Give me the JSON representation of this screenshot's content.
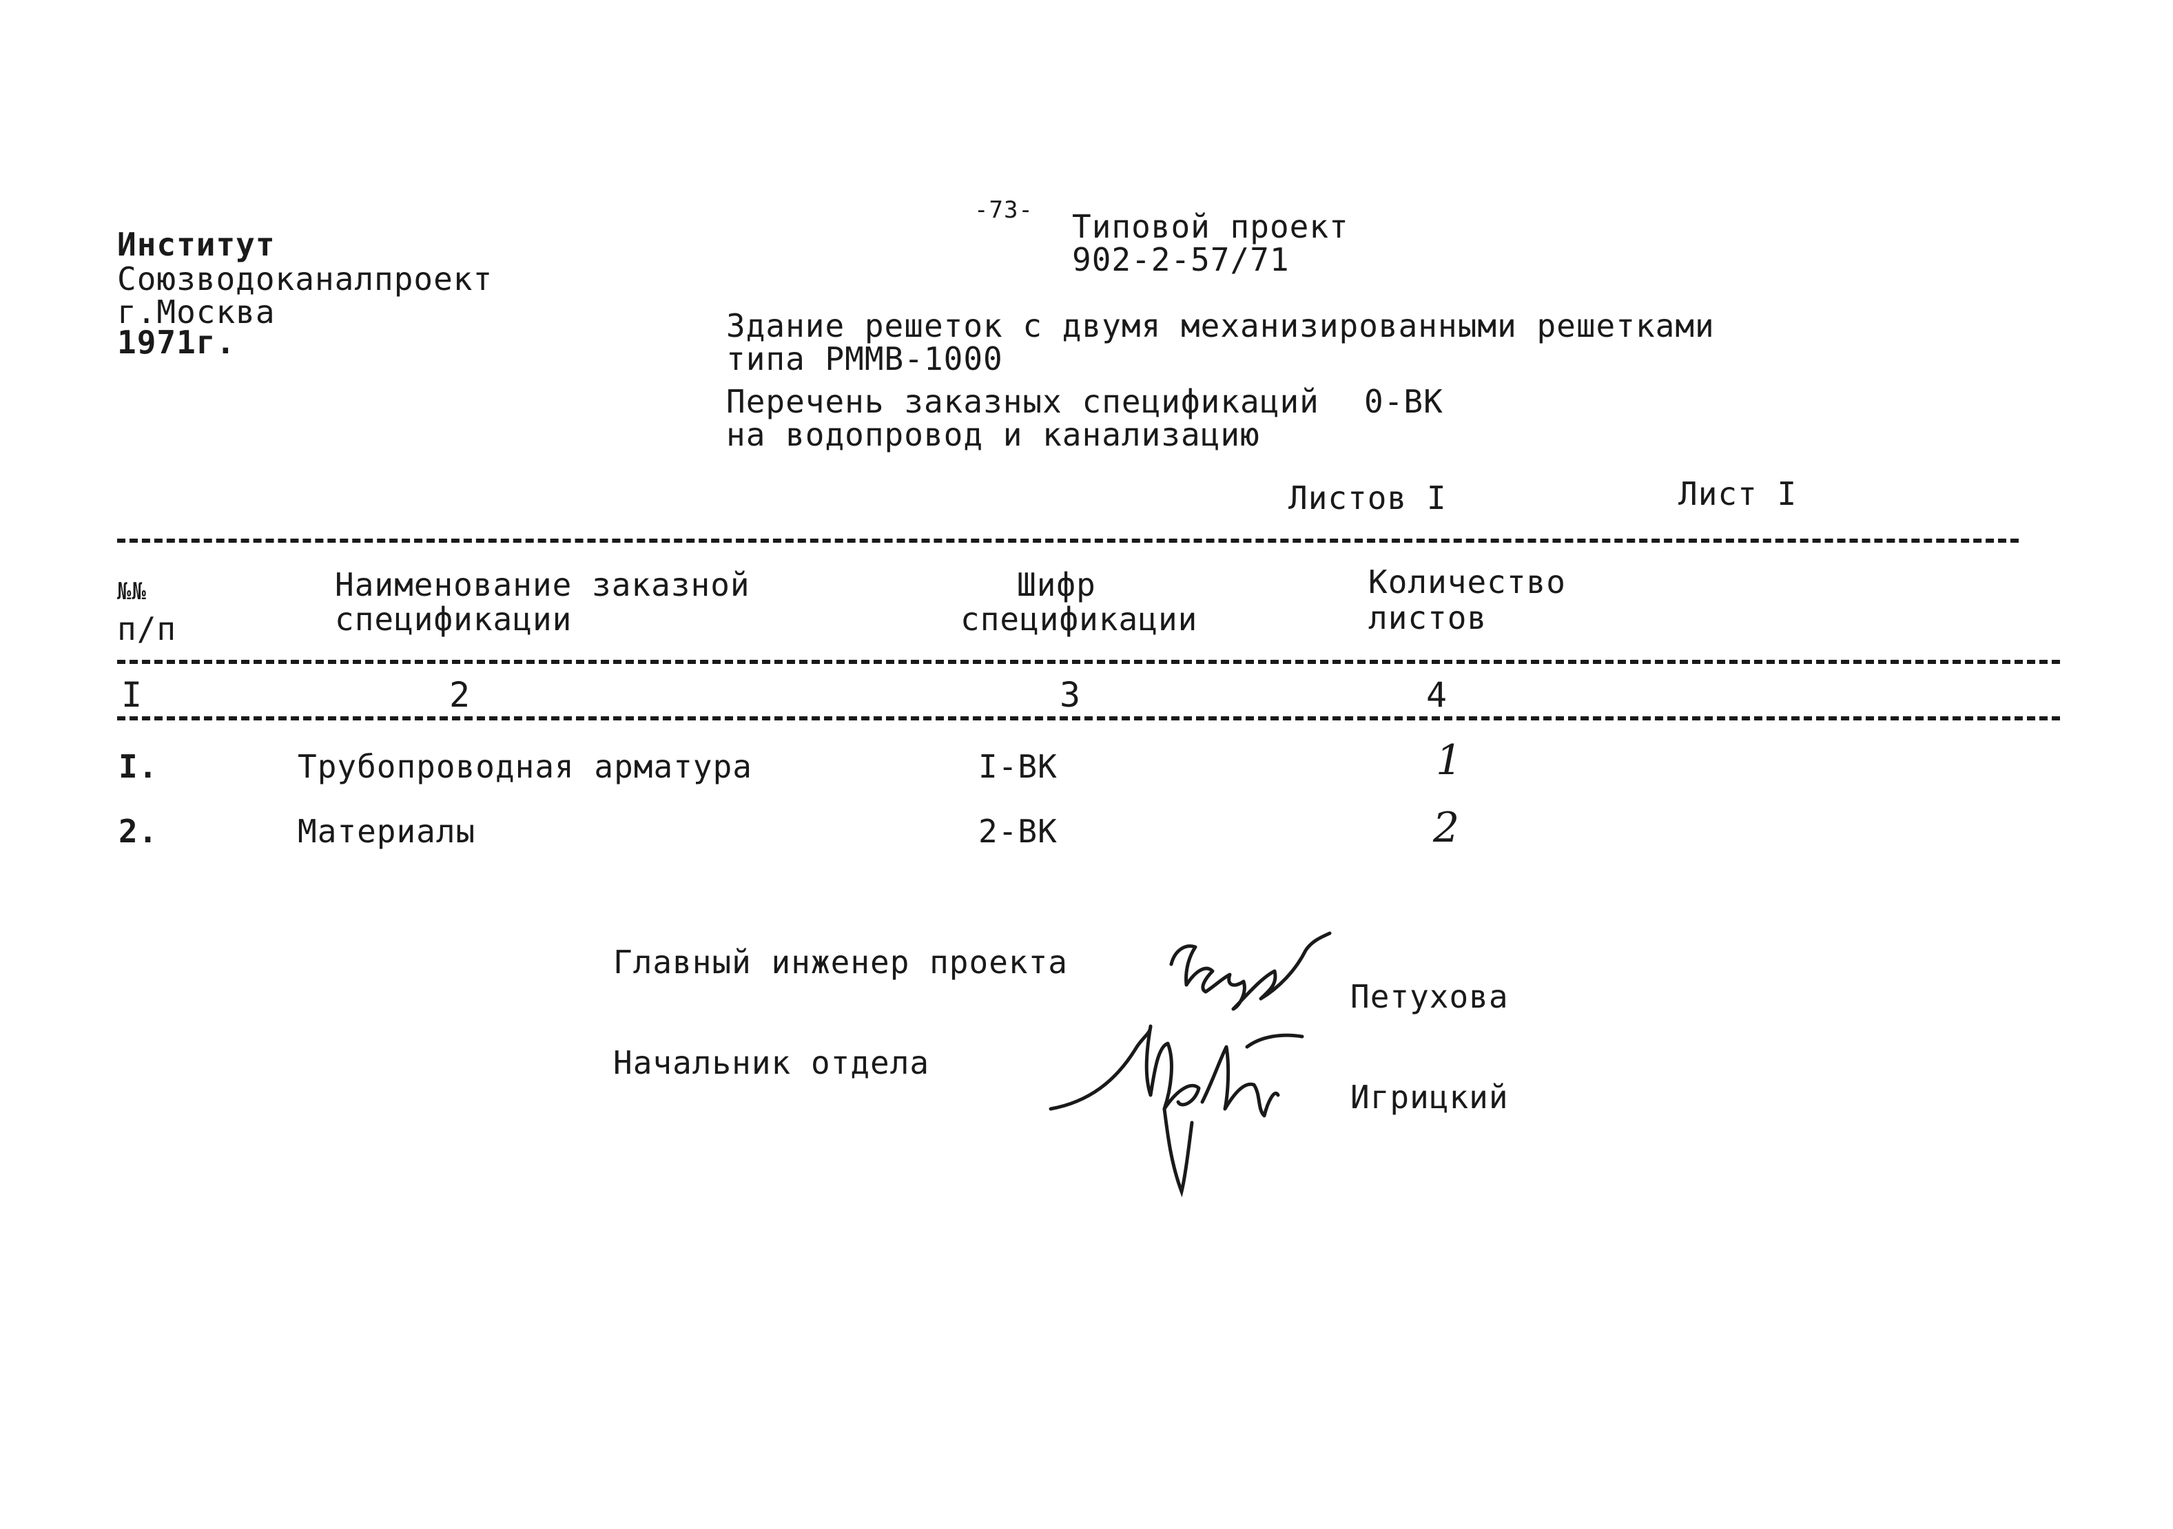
{
  "page_number": "-73-",
  "institute": {
    "line1": "Институт",
    "line2": "Союзводоканалпроект",
    "line3": "г.Москва",
    "line4": "1971г."
  },
  "project": {
    "label": "Типовой проект",
    "code": "902-2-57/71"
  },
  "title": {
    "line1": "Здание решеток с двумя механизированными решетками",
    "line2": "типа РММВ-1000"
  },
  "subtitle": {
    "line1": "Перечень заказных спецификаций",
    "code": "0-ВК",
    "line2": "на водопровод и канализацию"
  },
  "sheets": {
    "total": "Листов I",
    "current": "Лист I"
  },
  "table": {
    "headers": {
      "num_line1": "№№",
      "num_line2": "п/п",
      "name_line1": "Наименование заказной",
      "name_line2": "спецификации",
      "code_line1": "Шифр",
      "code_line2": "спецификации",
      "count_line1": "Количество",
      "count_line2": "листов"
    },
    "column_numbers": [
      "I",
      "2",
      "3",
      "4"
    ],
    "rows": [
      {
        "num": "I.",
        "name": "Трубопроводная арматура",
        "code": "I-ВК",
        "count": "1"
      },
      {
        "num": "2.",
        "name": "Материалы",
        "code": "2-ВК",
        "count": "2"
      }
    ]
  },
  "signatures": {
    "chief_engineer_label": "Главный инженер проекта",
    "chief_engineer_name": "Петухова",
    "department_head_label": "Начальник отдела",
    "department_head_name": "Игрицкий"
  }
}
